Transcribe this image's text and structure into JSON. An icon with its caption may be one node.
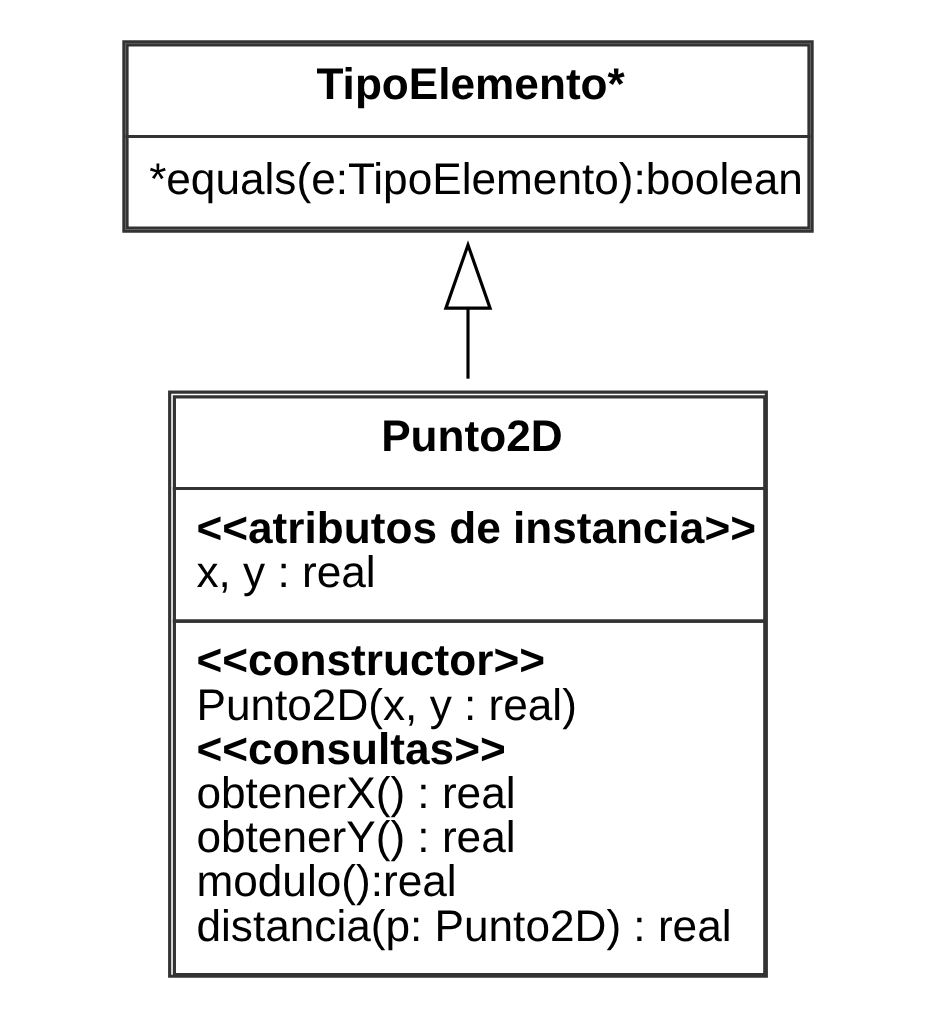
{
  "diagram": {
    "nodes": [
      {
        "text": [
          "TipoElemento*",
          "*equals(e:TipoElemento):boolean"
        ]
      },
      {
        "text": [
          "Punto2D",
          "<<atributos de instancia>>",
          "x, y : real",
          "<<constructor>>",
          "Punto2D(x, y : real)",
          "<<consultas>>",
          "obtenerX() : real",
          "obtenerY() : real",
          "modulo():real",
          "distancia(p: Punto2D) : real"
        ]
      }
    ],
    "edges": [
      {
        "from": 1,
        "to": 0,
        "arrow": "to"
      }
    ]
  }
}
